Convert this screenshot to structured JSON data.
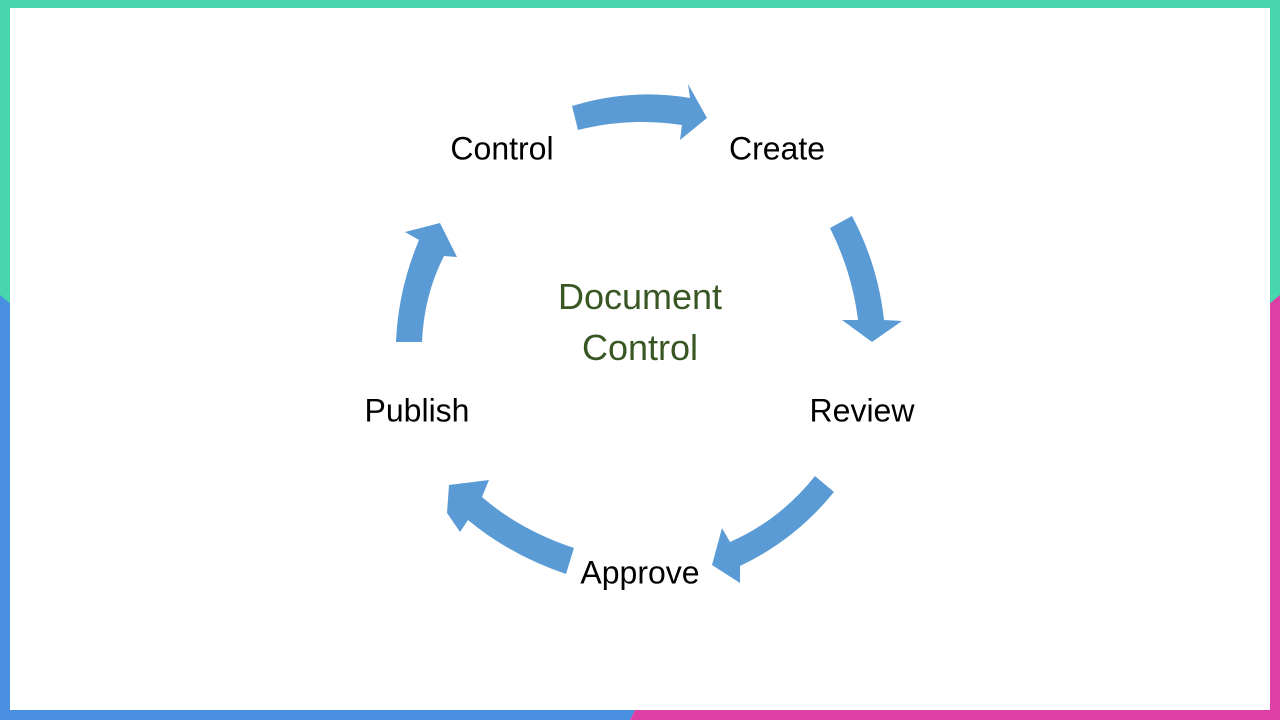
{
  "diagram": {
    "title_line1": "Document",
    "title_line2": "Control",
    "steps": [
      "Create",
      "Review",
      "Approve",
      "Publish",
      "Control"
    ],
    "colors": {
      "arrow": "#5b9bd5",
      "title": "#385723",
      "frame_top": "#48d6ad",
      "frame_left": "#4a90e2",
      "frame_right": "#dd3fa6"
    }
  }
}
